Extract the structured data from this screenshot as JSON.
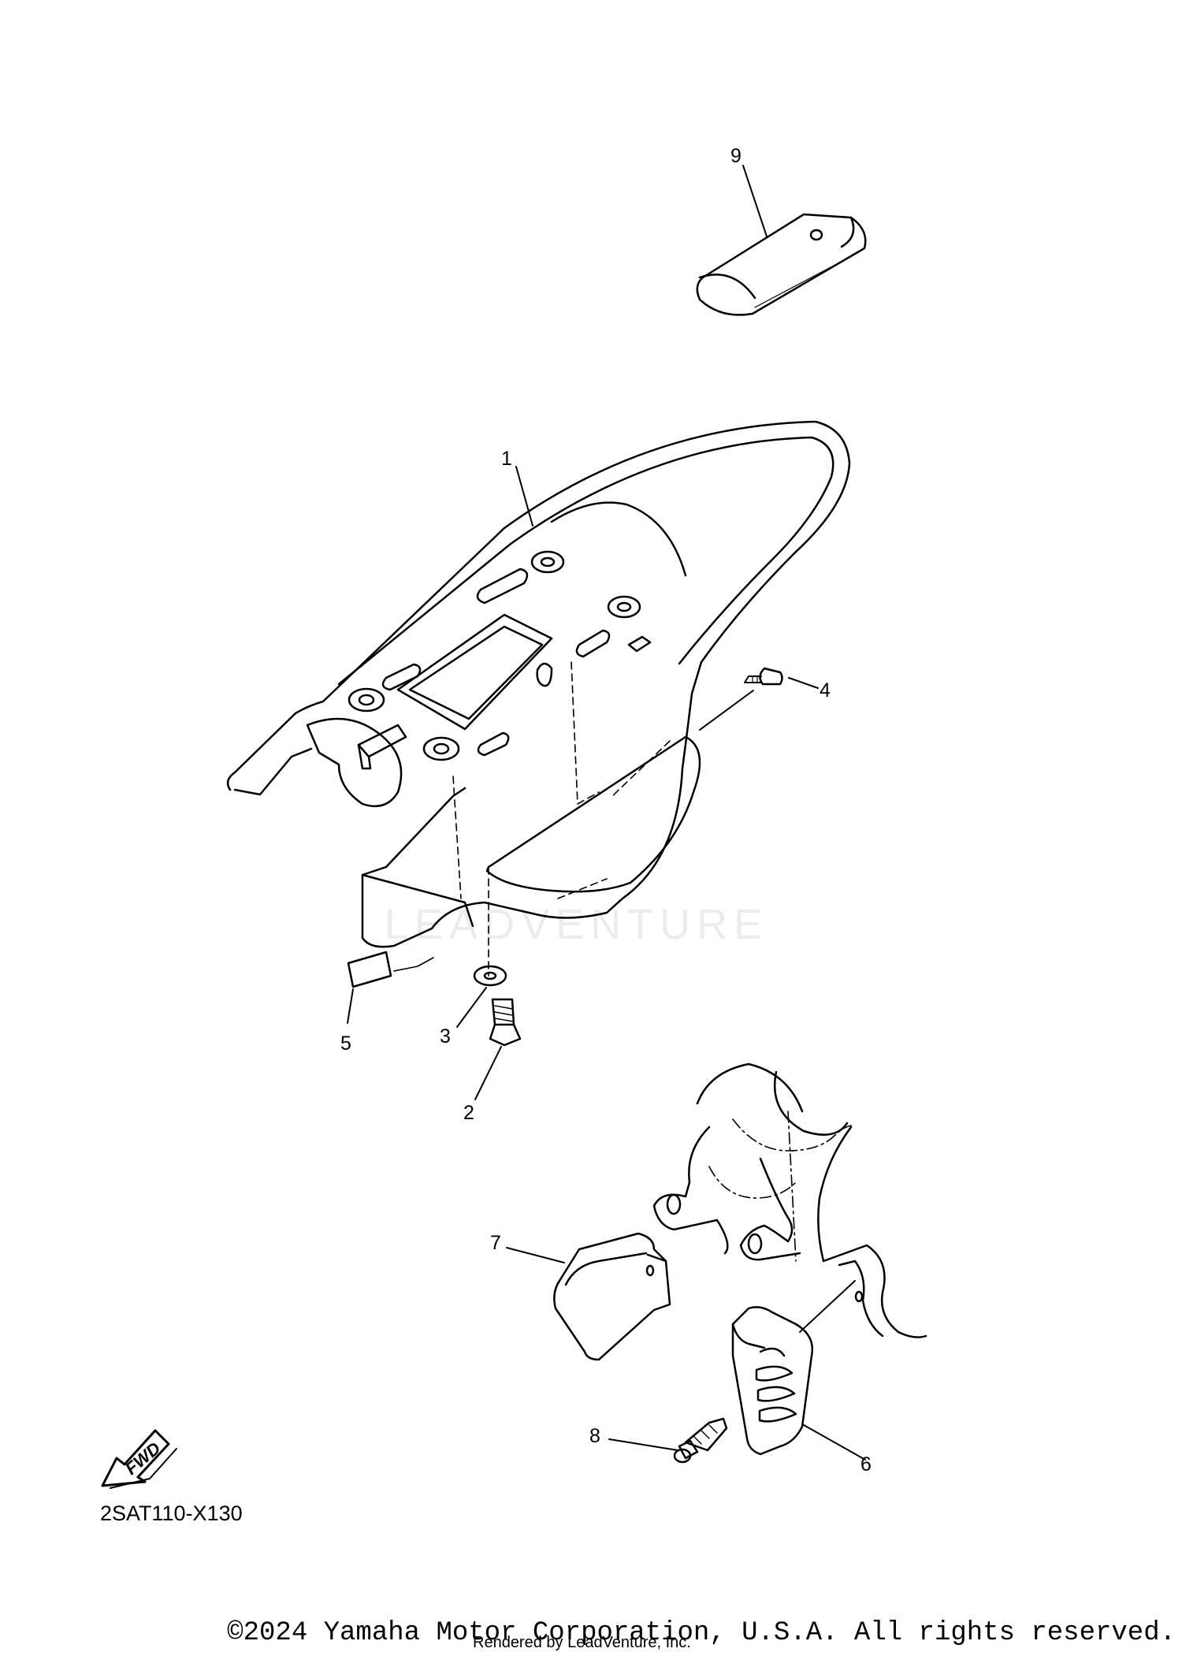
{
  "callouts": [
    "1",
    "2",
    "3",
    "4",
    "5",
    "6",
    "7",
    "8",
    "9"
  ],
  "fwd_label": "FWD",
  "drawing_code": "2SAT110-X130",
  "watermark": "LEADVENTURE",
  "copyright": "©2024 Yamaha Motor Corporation, U.S.A. All rights reserved.",
  "rendered_by": "Rendered by LeadVenture, Inc."
}
